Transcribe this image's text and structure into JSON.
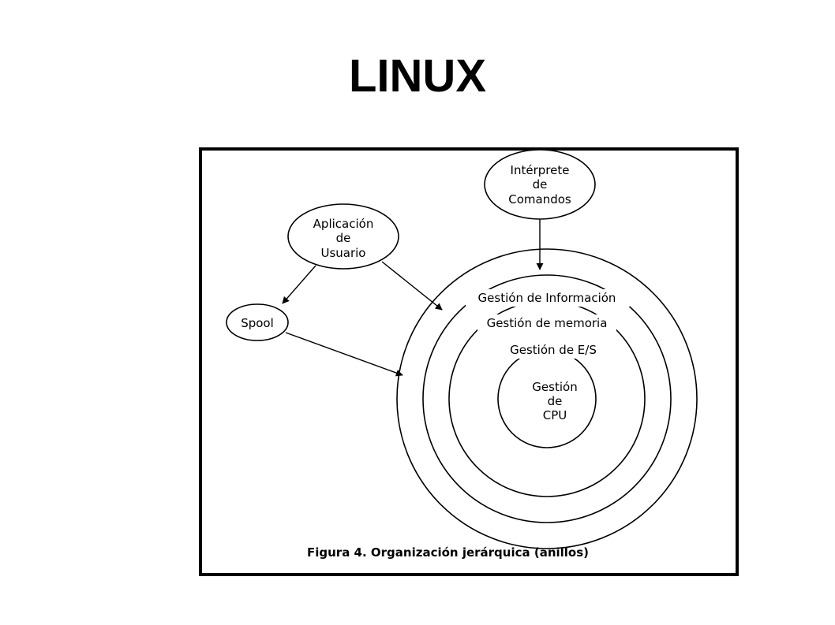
{
  "slide": {
    "title": "LINUX"
  },
  "diagram": {
    "nodes": {
      "interprete": [
        "Intérprete",
        "de",
        "Comandos"
      ],
      "aplicacion": [
        "Aplicación",
        "de",
        "Usuario"
      ],
      "spool": [
        "Spool"
      ],
      "cpu": [
        "Gestión",
        "de",
        "CPU"
      ]
    },
    "rings": {
      "informacion": "Gestión de Información",
      "memoria": "Gestión de memoria",
      "es": "Gestión de E/S"
    },
    "caption": "Figura 4. Organización jerárquica (anillos)",
    "colors": {
      "stroke": "#000000",
      "background": "#ffffff"
    }
  }
}
